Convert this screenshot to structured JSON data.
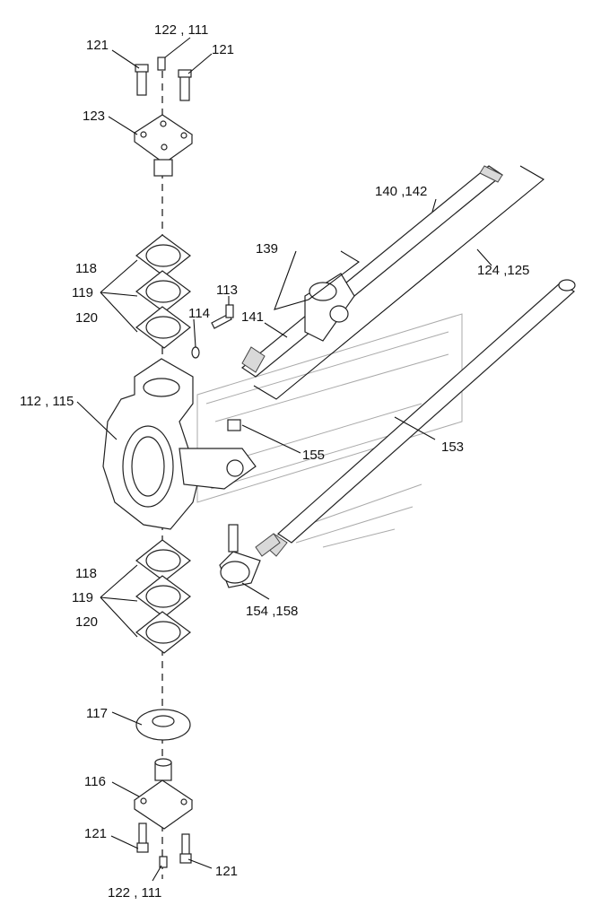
{
  "callouts": {
    "c_122_111_top": "122 , 111",
    "c_121_tl": "121",
    "c_121_tr": "121",
    "c_123": "123",
    "c_140_142": "140 ,142",
    "c_139": "139",
    "c_124_125": "124 ,125",
    "c_118_top": "118",
    "c_119_top": "119",
    "c_120_top": "120",
    "c_113": "113",
    "c_114": "114",
    "c_141": "141",
    "c_112_115": "112 , 115",
    "c_153": "153",
    "c_155": "155",
    "c_118_bot": "118",
    "c_119_bot": "119",
    "c_120_bot": "120",
    "c_154_158": "154 ,158",
    "c_117": "117",
    "c_116": "116",
    "c_121_bl": "121",
    "c_121_br": "121",
    "c_122_111_bot": "122 , 111"
  }
}
